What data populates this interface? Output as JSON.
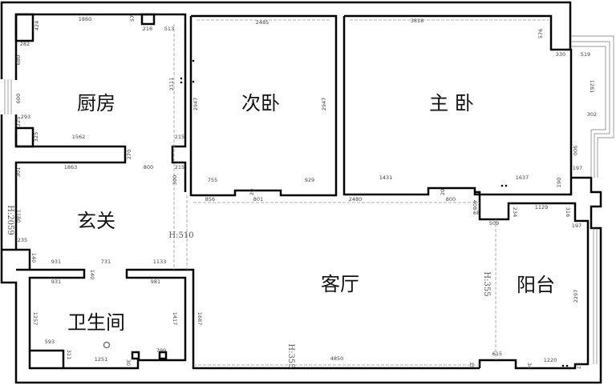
{
  "rooms": {
    "kitchen": "厨房",
    "second_bedroom": "次卧",
    "master_bedroom": "主 卧",
    "entrance": "玄关",
    "bathroom": "卫生间",
    "living_room": "客厅",
    "balcony": "阳台"
  },
  "heights": {
    "entrance": "H:2059",
    "corridor": "H:510",
    "living": "H:355",
    "balcony": "H:355"
  },
  "dims": {
    "k1": "1860",
    "k2": "424",
    "k3": "216",
    "k4": "513",
    "k5": "57",
    "k6": "282",
    "k7": "680",
    "k8": "600",
    "k9": "293",
    "k10": "225",
    "k11": "325",
    "k12": "1562",
    "k13": "2111",
    "k14": "215",
    "k15": "270",
    "k16": "1863",
    "k17": "800",
    "k18": "215",
    "k19": "300",
    "k20": "301",
    "b1": "2485",
    "b2": "2947",
    "b3": "2947",
    "b4": "755",
    "b5": "929",
    "b6": "20",
    "b7": "856",
    "b8": "801",
    "m1": "3818",
    "m2": "576",
    "m3": "330",
    "m4": "519",
    "m5": "1281",
    "m6": "302",
    "m7": "900",
    "m8": "197",
    "m9": "1431",
    "m10": "1637",
    "m11": "190",
    "m12": "20",
    "m13": "2480",
    "m14": "800",
    "m15": "408",
    "m16": "68",
    "e1": "1180",
    "e2": "235",
    "e3": "140",
    "e4": "931",
    "e5": "731",
    "e6": "1133",
    "e7": "140",
    "w1": "931",
    "w2": "981",
    "w3": "1257",
    "w4": "1417",
    "w5": "593",
    "w6": "311",
    "w7": "1251",
    "w8": "799",
    "w9": "30",
    "l1": "1687",
    "l2": "4850",
    "l3": "35",
    "y1": "509",
    "y2": "1129",
    "y3": "234",
    "y4": "316",
    "y5": "197",
    "y6": "2297",
    "y7": "615",
    "y8": "1220",
    "y9": "34",
    "y10": "57"
  }
}
